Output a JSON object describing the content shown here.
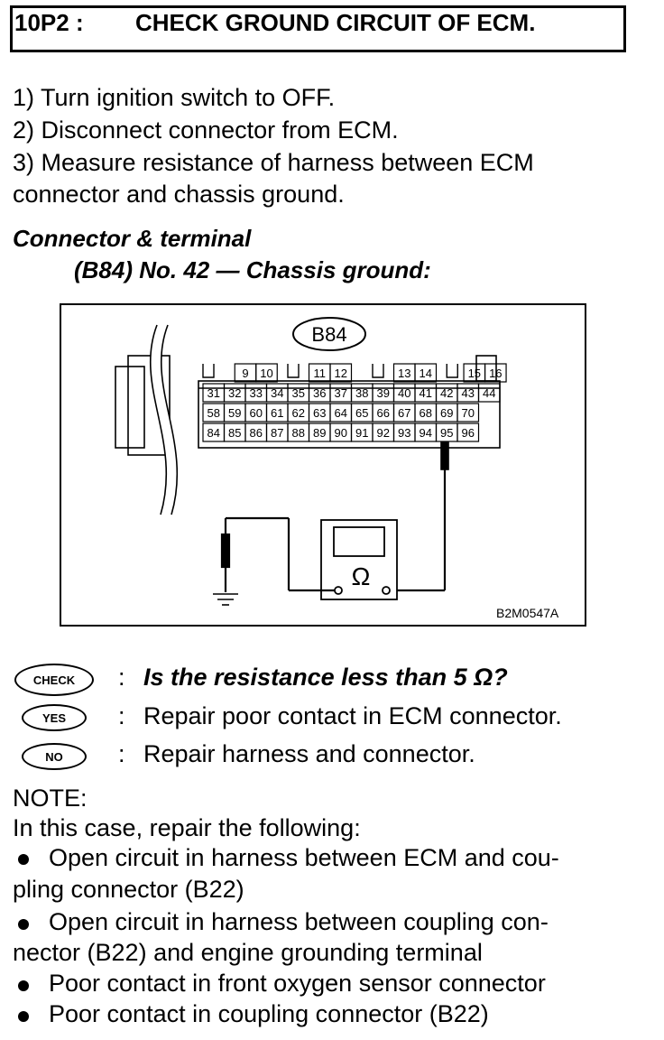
{
  "title": {
    "code": "10P2 :",
    "text": "CHECK GROUND CIRCUIT OF ECM."
  },
  "steps": [
    "1)  Turn ignition switch to OFF.",
    "2)  Disconnect connector from ECM.",
    "3)  Measure resistance of harness between ECM",
    "connector and chassis ground."
  ],
  "connector": {
    "heading": "Connector & terminal",
    "spec": "(B84) No. 42 — Chassis ground:"
  },
  "diagram": {
    "connector_label": "B84",
    "figure_code": "B2M0547A",
    "meter_symbol": "Ω",
    "row1": [
      "9",
      "10",
      "11",
      "12",
      "13",
      "14",
      "15",
      "16"
    ],
    "row2": [
      "31",
      "32",
      "33",
      "34",
      "35",
      "36",
      "37",
      "38",
      "39",
      "40",
      "41",
      "42",
      "43",
      "44"
    ],
    "row3": [
      "58",
      "59",
      "60",
      "61",
      "62",
      "63",
      "64",
      "65",
      "66",
      "67",
      "68",
      "69",
      "70"
    ],
    "row4": [
      "84",
      "85",
      "86",
      "87",
      "88",
      "89",
      "90",
      "91",
      "92",
      "93",
      "94",
      "95",
      "96"
    ]
  },
  "decision": {
    "check_label": "CHECK",
    "check_text": "Is the resistance less than 5 Ω?",
    "yes_label": "YES",
    "yes_text": "Repair poor contact in ECM connector.",
    "no_label": "NO",
    "no_text": "Repair harness and connector.",
    "colon": ":"
  },
  "note": {
    "heading": "NOTE:",
    "intro": "In this case, repair the following:",
    "items": [
      [
        "Open circuit in harness between ECM and cou-",
        "pling connector (B22)"
      ],
      [
        "Open circuit in harness between coupling con-",
        "nector (B22) and engine grounding terminal"
      ],
      [
        "Poor contact in front oxygen sensor connector"
      ],
      [
        "Poor contact in coupling connector (B22)"
      ]
    ]
  }
}
